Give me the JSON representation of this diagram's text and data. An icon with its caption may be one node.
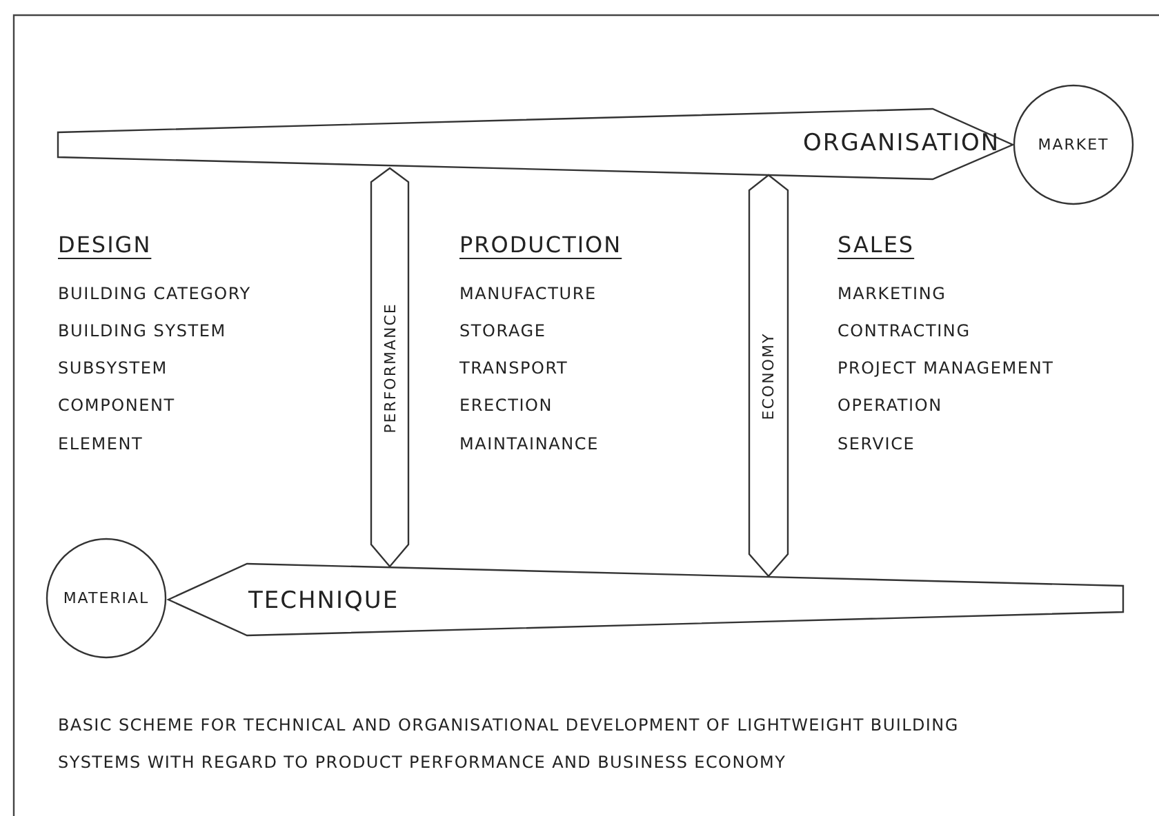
{
  "diagram": {
    "caption": "BASIC SCHEME FOR TECHNICAL AND ORGANISATIONAL DEVELOPMENT OF LIGHTWEIGHT BUILDING SYSTEMS WITH REGARD TO PRODUCT PERFORMANCE AND BUSINESS ECONOMY",
    "nodes": [
      {
        "text": [
          "ORGANISATION"
        ]
      },
      {
        "text": [
          "MARKET"
        ]
      },
      {
        "text": [
          "PERFORMANCE"
        ]
      },
      {
        "text": [
          "ECONOMY"
        ]
      },
      {
        "text": [
          "MATERIAL"
        ]
      },
      {
        "text": [
          "TECHNIQUE"
        ]
      }
    ],
    "labels": [
      "DESIGN",
      "BUILDING CATEGORY",
      "BUILDING SYSTEM",
      "SUBSYSTEM",
      "COMPONENT",
      "ELEMENT",
      "PRODUCTION",
      "MANUFACTURE",
      "STORAGE",
      "TRANSPORT",
      "ERECTION",
      "MAINTAINANCE",
      "SALES",
      "MARKETING",
      "CONTRACTING",
      "PROJECT MANAGEMENT",
      "OPERATION",
      "SERVICE"
    ]
  }
}
